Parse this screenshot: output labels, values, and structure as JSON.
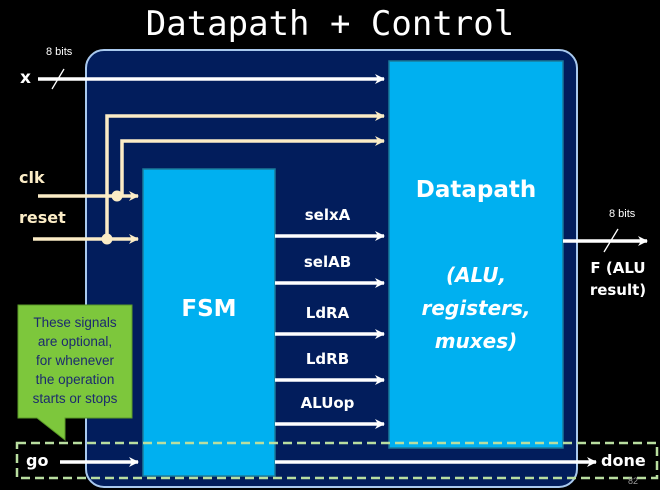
{
  "title": "Datapath + Control",
  "colors": {
    "background": "#000000",
    "container_fill": "#021d5c",
    "container_border": "#a9c9ee",
    "block_fill": "#00b0f0",
    "block_border": "#1a7a9a",
    "data_wire": "#ffffff",
    "control_wire": "#fbecc6",
    "callout_fill": "#7dc73c",
    "callout_text": "#1c2b6e",
    "dashed_box": "#b9dea0"
  },
  "inputs": {
    "x": {
      "label": "x",
      "width_label": "8 bits"
    },
    "clk": {
      "label": "clk"
    },
    "reset": {
      "label": "reset"
    },
    "go": {
      "label": "go"
    }
  },
  "blocks": {
    "fsm": {
      "label": "FSM"
    },
    "datapath": {
      "label": "Datapath",
      "subtitle_lines": [
        "(ALU,",
        "registers,",
        "muxes)"
      ]
    }
  },
  "control_signals": [
    "selxA",
    "selAB",
    "LdRA",
    "LdRB",
    "ALUop"
  ],
  "outputs": {
    "f": {
      "label_lines": [
        "F  (ALU",
        "result)"
      ],
      "width_label": "8 bits"
    },
    "done": {
      "label": "done"
    }
  },
  "callout": {
    "lines": [
      "These signals",
      "are optional,",
      "for whenever",
      "the operation",
      "starts or stops"
    ]
  },
  "page_number": "82"
}
